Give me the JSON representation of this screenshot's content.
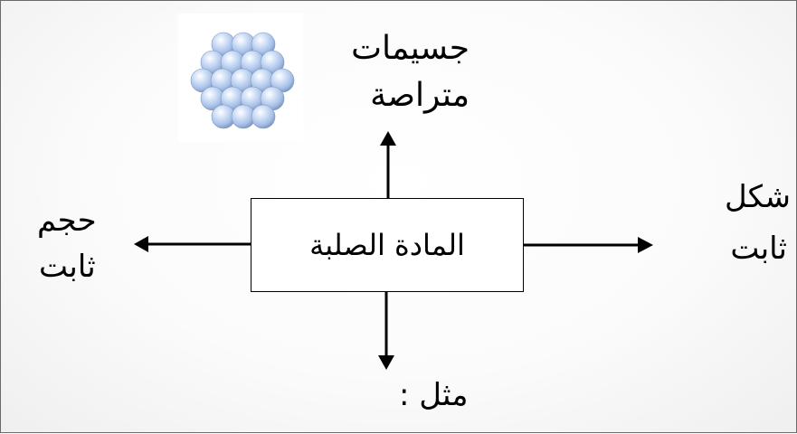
{
  "diagram": {
    "center_label": "المادة الصلبة",
    "top": {
      "line1": "جسيمات",
      "line2": "متراصة",
      "image": "packed-spheres"
    },
    "left": {
      "line1": "حجم",
      "line2": "ثابت"
    },
    "right": {
      "line1": "شكل",
      "line2": "ثابت"
    },
    "bottom": {
      "label": "مثل :"
    }
  },
  "colors": {
    "sphere": "#b8cff0",
    "sphere_shadow": "#7f98bf",
    "arrow": "#000000",
    "border": "#6a6a6a"
  }
}
